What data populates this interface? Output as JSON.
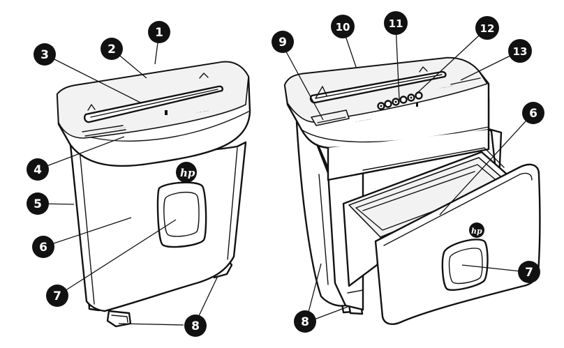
{
  "callouts": [
    {
      "id": "c1",
      "label": "1"
    },
    {
      "id": "c2",
      "label": "2"
    },
    {
      "id": "c3",
      "label": "3"
    },
    {
      "id": "c4",
      "label": "4"
    },
    {
      "id": "c5",
      "label": "5"
    },
    {
      "id": "c6a",
      "label": "6"
    },
    {
      "id": "c7a",
      "label": "7"
    },
    {
      "id": "c8a",
      "label": "8"
    },
    {
      "id": "c9",
      "label": "9"
    },
    {
      "id": "c10",
      "label": "10"
    },
    {
      "id": "c11",
      "label": "11"
    },
    {
      "id": "c12",
      "label": "12"
    },
    {
      "id": "c13",
      "label": "13"
    },
    {
      "id": "c6b",
      "label": "6"
    },
    {
      "id": "c7b",
      "label": "7"
    },
    {
      "id": "c8b",
      "label": "8"
    }
  ],
  "brand": {
    "logo": "hp",
    "logo_icon": "hp-logo-icon"
  },
  "colors": {
    "line": "#111111",
    "callout_fill": "#111111",
    "callout_text": "#ffffff",
    "background": "#ffffff"
  }
}
